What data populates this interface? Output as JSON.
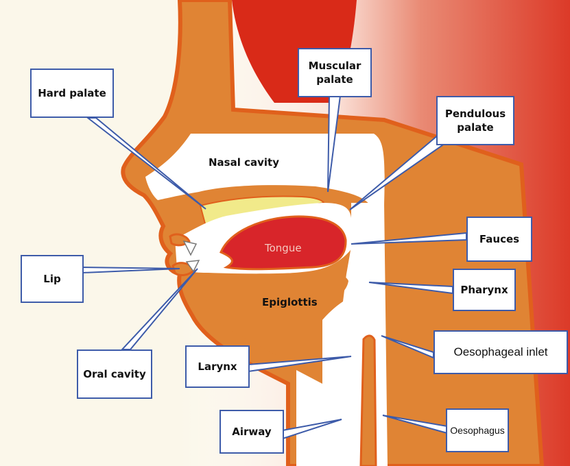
{
  "colors": {
    "tissue": "#e08434",
    "outline": "#e0601c",
    "deep_red": "#d92a18",
    "tongue": "#d8252a",
    "hard_palate_fill": "#f1ea8a",
    "background_red": "#dc3a28",
    "leader_line": "#3d5ba9"
  },
  "callouts": {
    "hard_palate": "Hard palate",
    "muscular_palate": "Muscular\npalate",
    "pendulous_palate": "Pendulous\npalate",
    "fauces": "Fauces",
    "lip": "Lip",
    "pharynx": "Pharynx",
    "oesophageal_inlet": "Oesophageal inlet",
    "oral_cavity": "Oral cavity",
    "larynx": "Larynx",
    "airway": "Airway",
    "oesophagus": "Oesophagus"
  },
  "inner_labels": {
    "nasal_cavity": "Nasal cavity",
    "tongue": "Tongue",
    "epiglottis": "Epiglottis"
  }
}
